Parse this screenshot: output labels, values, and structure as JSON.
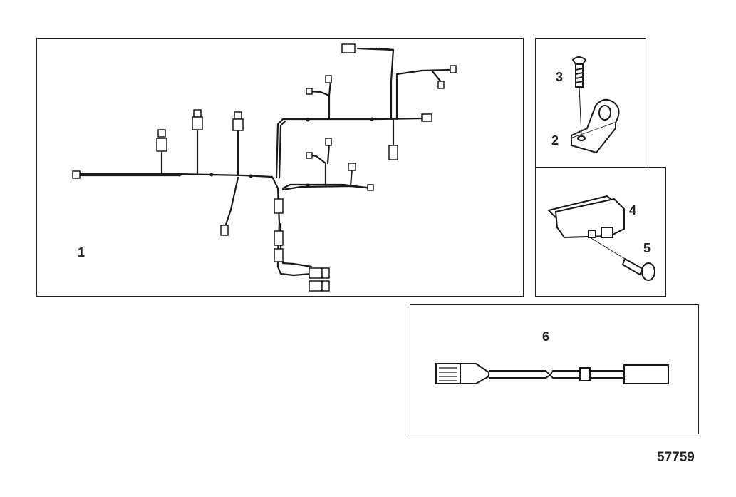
{
  "diagram": {
    "figure_number": "57759",
    "callouts": {
      "harness": "1",
      "clamp": "2",
      "clamp_screw": "3",
      "module": "4",
      "module_screw": "5",
      "cable": "6"
    },
    "colors": {
      "line": "#1a1a1a",
      "background": "#ffffff"
    }
  }
}
